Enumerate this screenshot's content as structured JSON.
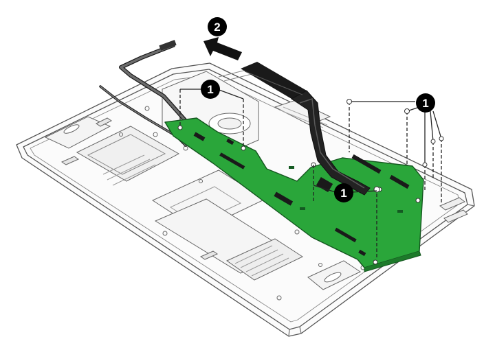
{
  "callouts": {
    "step1_label": "1",
    "step2_label": "2"
  },
  "parts": {
    "chassis": "laptop-base-enclosure",
    "system_board": "system-board",
    "heat_sink": "heat-sink",
    "fan": "fan"
  },
  "colors": {
    "board_green": "#2aa63a",
    "board_dark": "#1d7a2a",
    "heat_sink": "#1a1a1a",
    "callout_bg": "#000000",
    "line": "#333333"
  }
}
